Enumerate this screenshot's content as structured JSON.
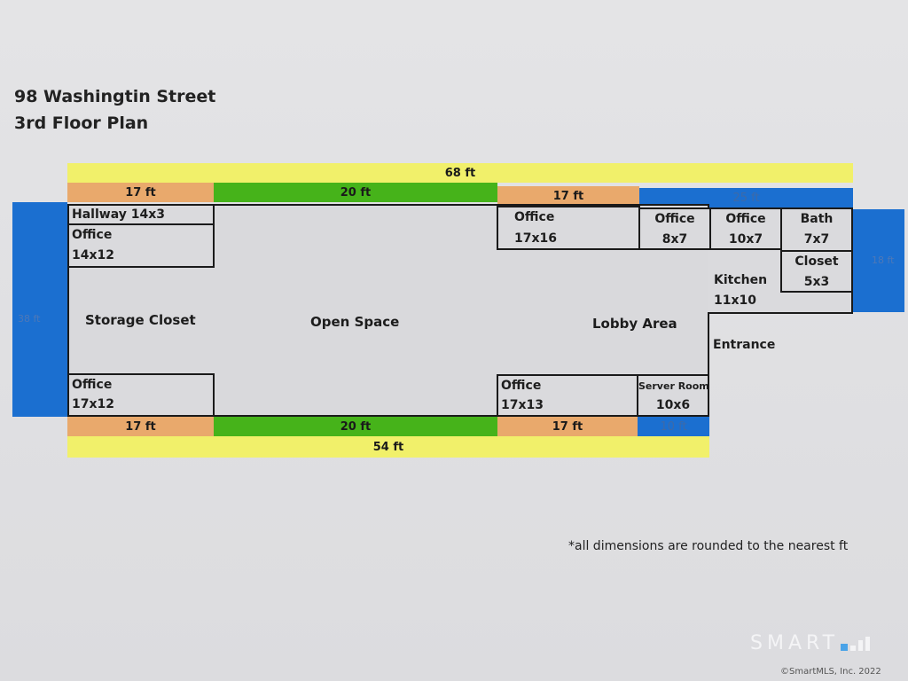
{
  "header": {
    "address": "98 Washingtin Street",
    "subtitle": "3rd Floor Plan"
  },
  "dimensions": {
    "top_total": "68 ft",
    "top_left": "17 ft",
    "top_center": "20 ft",
    "top_mid_right": "17 ft",
    "top_right": "25 ft",
    "bottom_left": "17 ft",
    "bottom_center": "20 ft",
    "bottom_mid_right": "17 ft",
    "bottom_right": "10 ft",
    "bottom_total": "54 ft",
    "left_side": "38 ft",
    "right_side": "18 ft"
  },
  "rooms": {
    "hallway": "Hallway 14x3",
    "office_tl_name": "Office",
    "office_tl_size": "14x12",
    "storage": "Storage Closet",
    "office_bl_name": "Office",
    "office_bl_size": "17x12",
    "open_space": "Open  Space",
    "office_top_mid_name": "Office",
    "office_top_mid_size": "17x16",
    "office_8_name": "Office",
    "office_8_size": "8x7",
    "office_10_name": "Office",
    "office_10_size": "10x7",
    "bath_name": "Bath",
    "bath_size": "7x7",
    "closet_name": "Closet",
    "closet_size": "5x3",
    "kitchen_name": "Kitchen",
    "kitchen_size": "11x10",
    "lobby": "Lobby Area",
    "entrance": "Entrance",
    "office_bottom_mid_name": "Office",
    "office_bottom_mid_size": "17x13",
    "server_name": "Server Room",
    "server_size": "10x6"
  },
  "footnote": "*all dimensions are rounded to the nearest ft",
  "branding": {
    "logo_text": "SMART",
    "copyright": "©SmartMLS, Inc. 2022"
  },
  "colors": {
    "yellow_band": "#f1f06a",
    "orange_band": "#e9a96c",
    "green_band": "#46b31a",
    "blue_band": "#1b6fd0"
  }
}
